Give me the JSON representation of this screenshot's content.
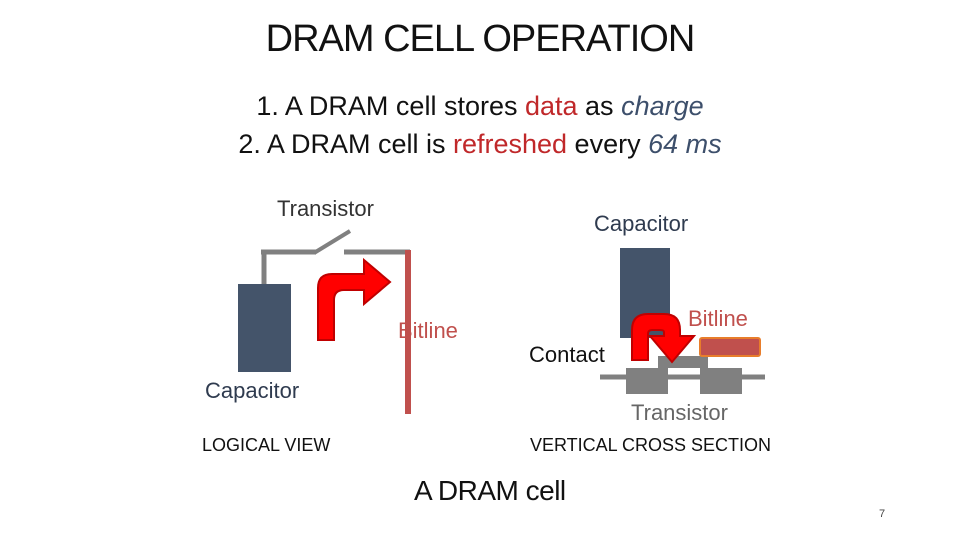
{
  "title": "DRAM CELL OPERATION",
  "points": [
    {
      "num": "1.",
      "pre": "A DRAM cell stores ",
      "highlight": "data",
      "mid": " as ",
      "emph": "charge"
    },
    {
      "num": "2.",
      "pre": "A DRAM cell is ",
      "highlight": "refreshed",
      "mid": " every ",
      "emph": "64 ms"
    }
  ],
  "logical_view": {
    "transistor_label": "Transistor",
    "bitline_label": "Bitline",
    "capacitor_label": "Capacitor",
    "caption": "LOGICAL VIEW"
  },
  "cross_section": {
    "capacitor_label": "Capacitor",
    "bitline_label": "Bitline",
    "contact_label": "Contact",
    "transistor_label": "Transistor",
    "caption": "VERTICAL CROSS SECTION"
  },
  "footer": {
    "label": "A DRAM cell",
    "page_number": "7"
  },
  "colors": {
    "capacitor": "#44546a",
    "wire": "#808080",
    "bitline": "#c0504d",
    "arrow": "#ff0000",
    "highlight": "#c0282a",
    "emphasis": "#3d4f6b"
  }
}
